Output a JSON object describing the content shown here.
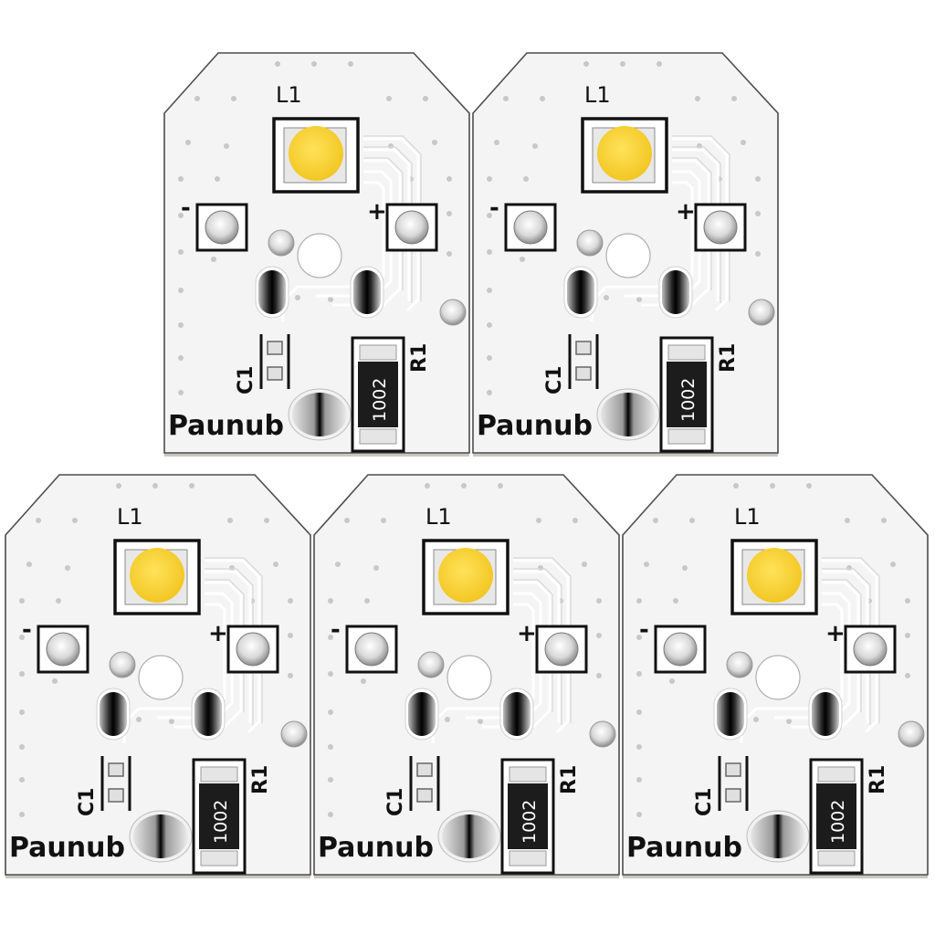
{
  "product": {
    "brand": "Paunub",
    "board_count": 5
  },
  "labels": {
    "led": "L1",
    "minus": "-",
    "plus": "+",
    "capacitor": "C1",
    "resistor": "R1",
    "resistor_code": "1002"
  },
  "colors": {
    "board": "#f4f4f4",
    "board_edge": "#4d4d4d",
    "board_side": "#c9c7bf",
    "led": "#f6d33a",
    "trace": "#ffffff",
    "silkscreen": "#111111",
    "resistor_body": "#1c1c1c"
  }
}
